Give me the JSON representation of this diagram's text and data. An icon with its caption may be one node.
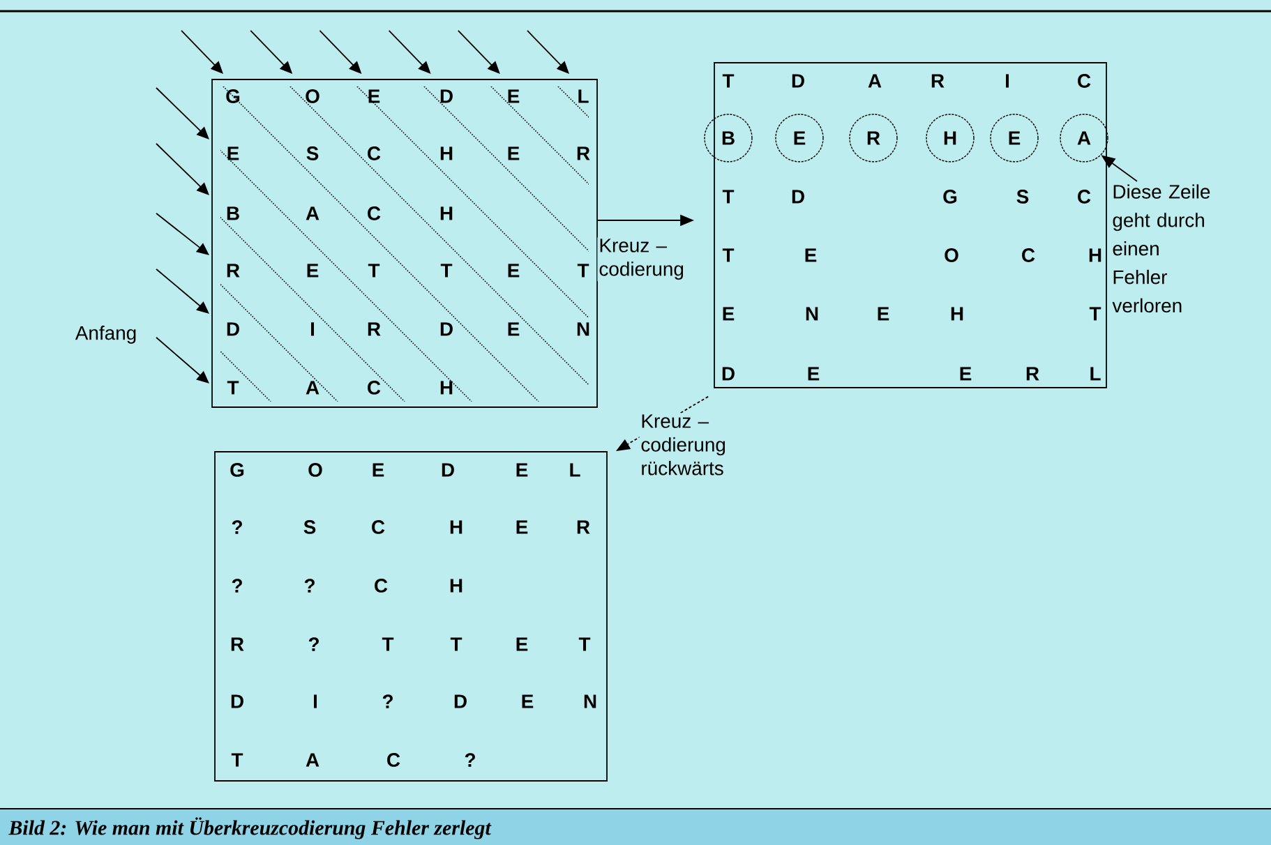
{
  "diagram": {
    "caption": "Bild 2: Wie man mit Überkreuzcodierung Fehler zerlegt",
    "nodes": [
      {
        "text": [],
        "shape": "box"
      },
      {
        "text": [],
        "shape": "box"
      },
      {
        "text": [
          "B"
        ],
        "in": 1
      },
      {
        "text": [
          "E"
        ],
        "in": 1
      },
      {
        "text": [
          "R"
        ],
        "in": 1
      },
      {
        "text": [
          "H"
        ],
        "in": 1
      },
      {
        "text": [
          "E"
        ],
        "in": 1
      },
      {
        "text": [
          "A"
        ],
        "in": 1
      },
      {
        "text": [
          "Diese Zeile geht durch einen Fehler verloren"
        ]
      },
      {
        "text": [],
        "shape": "box"
      }
    ],
    "edges": [
      {
        "from": 0,
        "to": 1,
        "arrow": "to",
        "label": "Kreuz – codierung"
      },
      {
        "from": 8,
        "to": 7,
        "arrow": "to"
      },
      {
        "from": 1,
        "to": 9,
        "arrow": "to",
        "style": "dashed",
        "label": "Kreuz – codierung rückwärts"
      }
    ],
    "labels": [
      "Anfang",
      "G",
      "O",
      "E",
      "D",
      "E",
      "L",
      "E",
      "S",
      "C",
      "H",
      "E",
      "R",
      "B",
      "A",
      "C",
      "H",
      "R",
      "E",
      "T",
      "T",
      "E",
      "T",
      "D",
      "I",
      "R",
      "D",
      "E",
      "N",
      "T",
      "A",
      "C",
      "H",
      "T",
      "D",
      "A",
      "R",
      "I",
      "C",
      "T",
      "D",
      "G",
      "S",
      "C",
      "T",
      "E",
      "O",
      "C",
      "H",
      "E",
      "N",
      "E",
      "H",
      "T",
      "D",
      "E",
      "E",
      "R",
      "L",
      "G",
      "O",
      "E",
      "D",
      "E",
      "L",
      "?",
      "S",
      "C",
      "H",
      "E",
      "R",
      "?",
      "?",
      "C",
      "H",
      "R",
      "?",
      "T",
      "T",
      "E",
      "T",
      "D",
      "I",
      "?",
      "D",
      "E",
      "N",
      "T",
      "A",
      "C",
      "?"
    ]
  }
}
